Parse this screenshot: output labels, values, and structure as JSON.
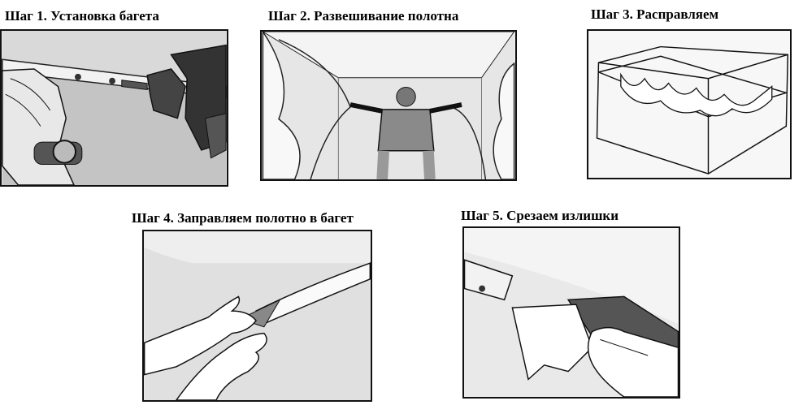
{
  "steps": [
    {
      "title": "Шаг 1. Установка багета"
    },
    {
      "title": "Шаг 2. Развешивание полотна"
    },
    {
      "title": "Шаг 3. Расправляем"
    },
    {
      "title": "Шаг 4. Заправляем полотно в багет"
    },
    {
      "title": "Шаг 5. Срезаем излишки"
    }
  ]
}
